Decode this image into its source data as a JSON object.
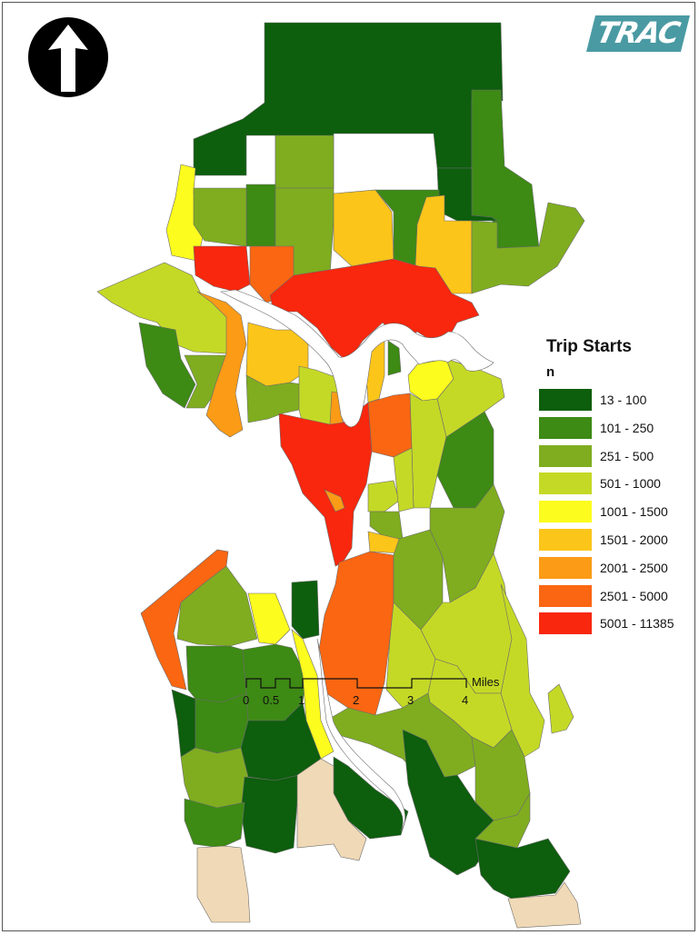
{
  "legend": {
    "title": "Trip Starts",
    "subtitle": "n",
    "classes": [
      {
        "label": "13 - 100",
        "color": "#0d5e0d"
      },
      {
        "label": "101 - 250",
        "color": "#3d8a14"
      },
      {
        "label": "251 - 500",
        "color": "#7fad1f"
      },
      {
        "label": "501 - 1000",
        "color": "#c4d926"
      },
      {
        "label": "1001 - 1500",
        "color": "#fcfc1e"
      },
      {
        "label": "1501 - 2000",
        "color": "#fcc51a"
      },
      {
        "label": "2001 - 2500",
        "color": "#fb9b16"
      },
      {
        "label": "2501 - 5000",
        "color": "#fa6612"
      },
      {
        "label": "5001 - 11385",
        "color": "#f8270e"
      }
    ]
  },
  "logo": {
    "text": "TRAC",
    "color": "#4a9aa3"
  },
  "north_arrow": {
    "icon": "north-arrow-icon"
  },
  "scale_bar": {
    "ticks": [
      "0",
      "0.5",
      "1",
      "2",
      "3",
      "4"
    ],
    "unit": "Miles"
  },
  "no_data_color": "#f0d9b6",
  "water_color": "#ffffff"
}
